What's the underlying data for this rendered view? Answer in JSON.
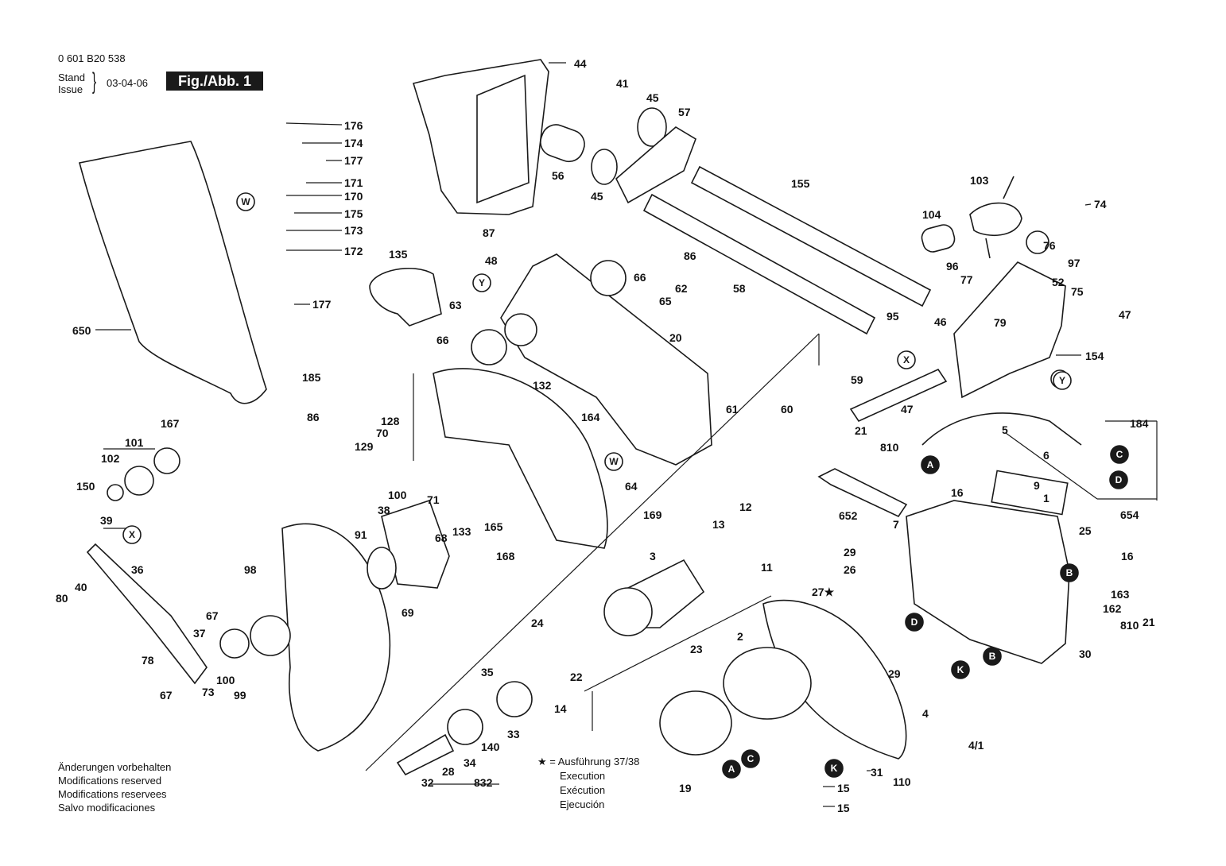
{
  "header": {
    "doc_number": "0 601 B20 538",
    "stand": "Stand",
    "issue": "Issue",
    "brace": "}",
    "date": "03-04-06",
    "figure_badge": "Fig./Abb. 1"
  },
  "footer": {
    "lines": [
      "Änderungen vorbehalten",
      "Modifications reserved",
      "Modifications reservees",
      "Salvo modificaciones"
    ]
  },
  "legend": {
    "star_line": "★ = Ausführung 37/38",
    "lines": [
      "Execution",
      "Exécution",
      "Ejecución"
    ]
  },
  "part_labels": [
    "44",
    "41",
    "45",
    "57",
    "56",
    "45",
    "155",
    "103",
    "74",
    "104",
    "76",
    "97",
    "52",
    "75",
    "77",
    "96",
    "86",
    "58",
    "95",
    "46",
    "79",
    "47",
    "154",
    "59",
    "47",
    "176",
    "174",
    "177",
    "171",
    "170",
    "175",
    "173",
    "172",
    "177",
    "135",
    "87",
    "48",
    "66",
    "62",
    "65",
    "63",
    "66",
    "20",
    "132",
    "650",
    "185",
    "86",
    "128",
    "70",
    "129",
    "164",
    "61",
    "60",
    "64",
    "167",
    "101",
    "102",
    "150",
    "39",
    "100",
    "71",
    "38",
    "68",
    "133",
    "165",
    "169",
    "36",
    "80",
    "40",
    "91",
    "98",
    "69",
    "168",
    "3",
    "13",
    "12",
    "11",
    "24",
    "27★",
    "21",
    "810",
    "16",
    "9",
    "1",
    "5",
    "6",
    "184",
    "654",
    "652",
    "7",
    "29",
    "26",
    "25",
    "16",
    "163",
    "162",
    "810",
    "21",
    "30",
    "29",
    "4",
    "4/1",
    "2",
    "23",
    "22",
    "14",
    "35",
    "33",
    "140",
    "34",
    "28",
    "32",
    "832",
    "67",
    "37",
    "67",
    "78",
    "73",
    "100",
    "99",
    "19",
    "15",
    "15",
    "31",
    "110"
  ],
  "circle_markers": [
    "W",
    "Y",
    "Y",
    "X",
    "Y",
    "W",
    "X",
    "A",
    "C",
    "D",
    "B",
    "D",
    "K",
    "B",
    "C",
    "K",
    "A"
  ]
}
